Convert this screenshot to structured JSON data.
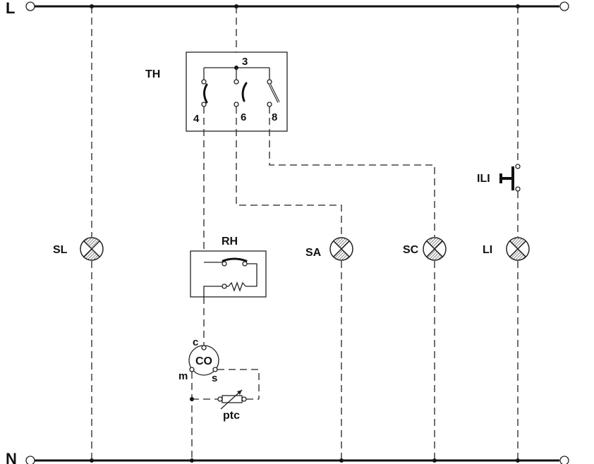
{
  "lines": {
    "live": "L",
    "neutral": "N"
  },
  "thermostat": {
    "label": "TH",
    "terminals": [
      "3",
      "4",
      "6",
      "8"
    ]
  },
  "heater": {
    "label": "RH"
  },
  "compressor": {
    "label": "CO",
    "terminals": [
      "c",
      "m",
      "s"
    ]
  },
  "ptc": {
    "label": "ptc"
  },
  "lamps": [
    {
      "id": "sl",
      "label": "SL"
    },
    {
      "id": "sa",
      "label": "SA"
    },
    {
      "id": "sc",
      "label": "SC"
    },
    {
      "id": "li",
      "label": "LI"
    }
  ],
  "door_switch": {
    "label": "ILI"
  }
}
